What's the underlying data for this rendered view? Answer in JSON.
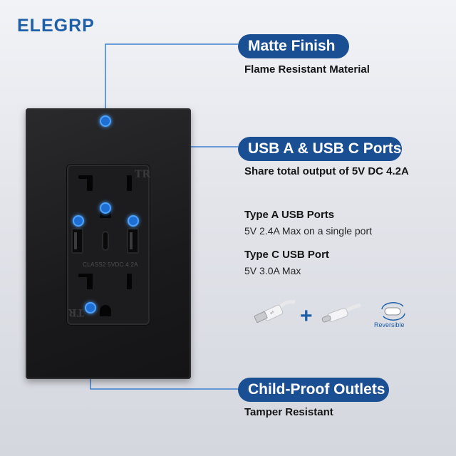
{
  "brand": "ELEGRP",
  "features": [
    {
      "title": "Matte Finish",
      "subtitle": "Flame Resistant Material"
    },
    {
      "title": "USB A & USB C Ports",
      "subtitle": "Share total output of 5V DC 4.2A"
    },
    {
      "title": "Child-Proof Outlets",
      "subtitle": "Tamper Resistant"
    }
  ],
  "usb_specs": [
    {
      "heading": "Type A USB Ports",
      "detail": "5V 2.4A Max on a single port"
    },
    {
      "heading": "Type C USB Port",
      "detail": "5V 3.0A Max"
    }
  ],
  "outlet_label": "CLASS2 5VDC 4.2A",
  "tr_mark": "TR",
  "cable_plus": "+",
  "reversible_label": "Reversible",
  "colors": {
    "accent": "#1e5fa8",
    "pill": "#1a4f93",
    "dot": "#4da3ff",
    "plate": "#1a1a1c"
  }
}
